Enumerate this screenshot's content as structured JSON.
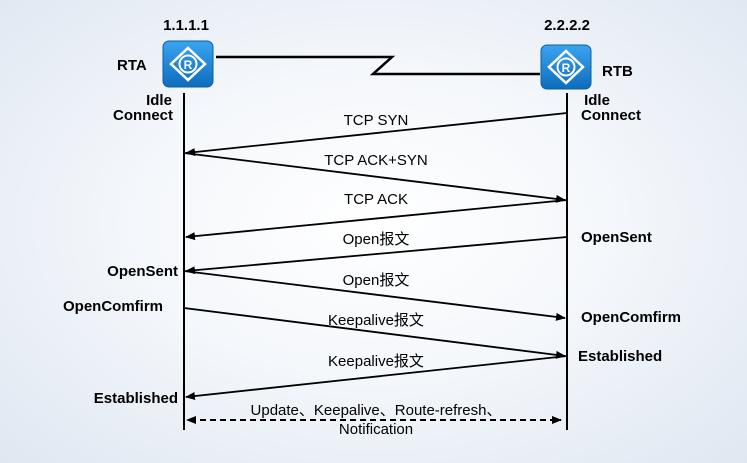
{
  "router_a": {
    "ip": "1.1.1.1",
    "name": "RTA",
    "icon_letter": "R",
    "state_line1": "Idle",
    "state_line2": "Connect"
  },
  "router_b": {
    "ip": "2.2.2.2",
    "name": "RTB",
    "icon_letter": "R",
    "state_line1": "Idle",
    "state_line2": "Connect"
  },
  "messages": {
    "m1": "TCP SYN",
    "m2": "TCP ACK+SYN",
    "m3": "TCP ACK",
    "m4": "Open报文",
    "m5": "Open报文",
    "m6": "Keepalive报文",
    "m7": "Keepalive报文",
    "m8_line1": "Update、Keepalive、Route-refresh、",
    "m8_line2": "Notification"
  },
  "states": {
    "b_opensent": "OpenSent",
    "a_opensent": "OpenSent",
    "a_opencomfirm": "OpenComfirm",
    "b_opencomfirm": "OpenComfirm",
    "b_established": "Established",
    "a_established": "Established"
  },
  "colors": {
    "icon_fill": "#1a84d6",
    "icon_dark": "#0d5fa3",
    "line": "#000000"
  }
}
